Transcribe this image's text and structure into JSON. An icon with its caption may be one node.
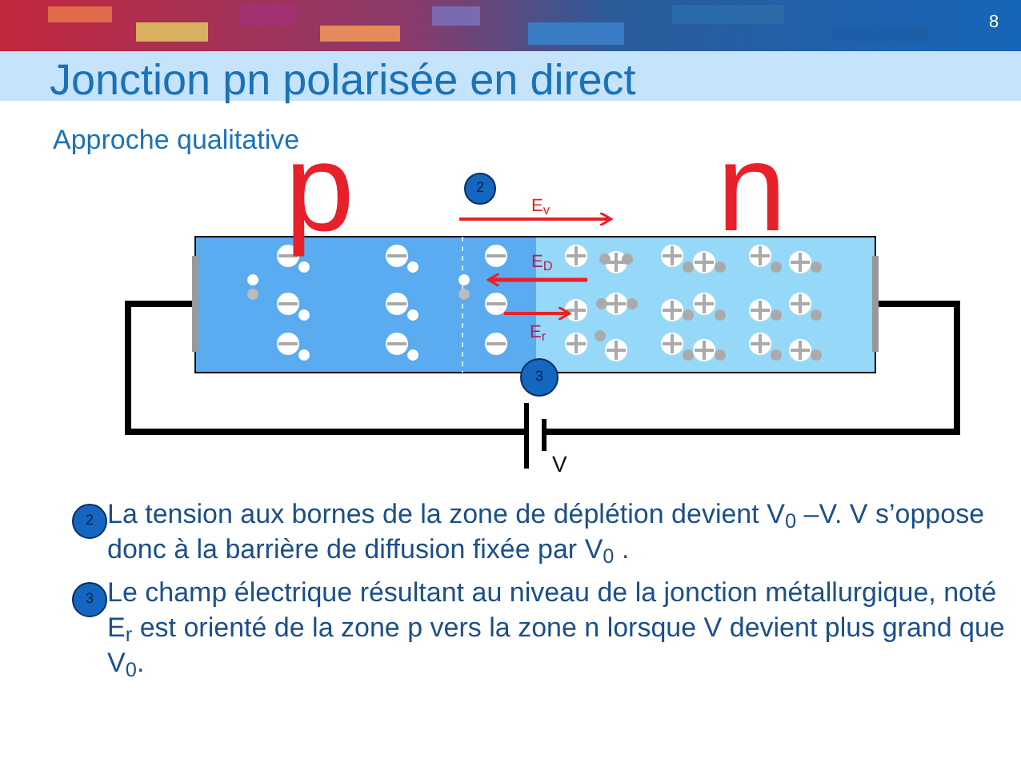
{
  "diagram": {
    "title": "Jonction pn polarisée en direct",
    "nodes": [
      {
        "text": [
          "2"
        ]
      },
      {
        "text": [
          "3"
        ]
      },
      {
        "text": [
          "2"
        ],
        "beside": [
          "La tension aux bornes de la zone de déplétion devient V$_{0}$ –V. V s’oppose donc à la barrière de diffusion fixée par V$_{0}$ ."
        ]
      },
      {
        "text": [
          "3"
        ],
        "beside": [
          "Le champ électrique résultant au niveau de la jonction métallurgique, noté E$_{r}$ est orienté de la zone p vers la zone n lorsque V devient plus grand que V$_{0}$."
        ]
      }
    ],
    "edges": [],
    "labels": [
      "8",
      "Approche qualitative",
      "p",
      "n",
      "E$_{v}$",
      "E$_{D}$",
      "E$_{r}$",
      "V"
    ]
  }
}
